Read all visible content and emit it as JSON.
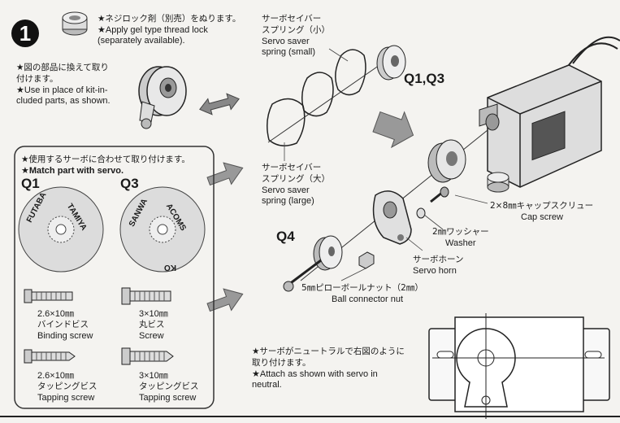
{
  "step": {
    "number": "1"
  },
  "threadlock": {
    "jp": "★ネジロック剤（別売）をぬります。",
    "en1": "★Apply gel type thread lock",
    "en2": "(separately available)."
  },
  "replace": {
    "jp1": "★図の部品に換えて取り",
    "jp2": "付けます。",
    "en1": "★Use in place of kit-in-",
    "en2": "cluded parts, as shown."
  },
  "spring_small": {
    "jp1": "サーボセイバー",
    "jp2": "スプリング（小）",
    "en1": "Servo saver",
    "en2": "spring (small)"
  },
  "spring_large": {
    "jp1": "サーボセイバー",
    "jp2": "スプリング（大）",
    "en1": "Servo saver",
    "en2": "spring (large)"
  },
  "labels": {
    "q1q3": "Q1,Q3",
    "q4": "Q4"
  },
  "match": {
    "jp": "★使用するサーボに合わせて取り付けます。",
    "en": "★Match part with servo."
  },
  "horns": {
    "q1": {
      "label": "Q1",
      "brand1": "FUTABA",
      "brand2": "TAMIYA"
    },
    "q3": {
      "label": "Q3",
      "brand1": "SANWA",
      "brand2": "ACOMS",
      "brand3": "KO"
    }
  },
  "screws": [
    {
      "size": "2.6×10㎜",
      "jp": "バインドビス",
      "en": "Binding screw"
    },
    {
      "size": "3×10㎜",
      "jp": "丸ビス",
      "en": "Screw"
    },
    {
      "size": "2.6×10㎜",
      "jp": "タッピングビス",
      "en": "Tapping screw"
    },
    {
      "size": "3×10㎜",
      "jp": "タッピングビス",
      "en": "Tapping screw"
    }
  ],
  "cap_screw": {
    "jp": "2×8㎜キャップスクリュー",
    "en": "Cap screw"
  },
  "washer": {
    "jp": "2㎜ワッシャー",
    "en": "Washer"
  },
  "servo_horn": {
    "jp": "サーボホーン",
    "en": "Servo horn"
  },
  "ball_nut": {
    "jp": "5㎜ピローボールナット（2㎜）",
    "en": "Ball connector nut"
  },
  "neutral": {
    "jp1": "★サーボがニュートラルで右図のように",
    "jp2": "取り付けます。",
    "en1": "★Attach as shown with servo in",
    "en2": "neutral."
  }
}
